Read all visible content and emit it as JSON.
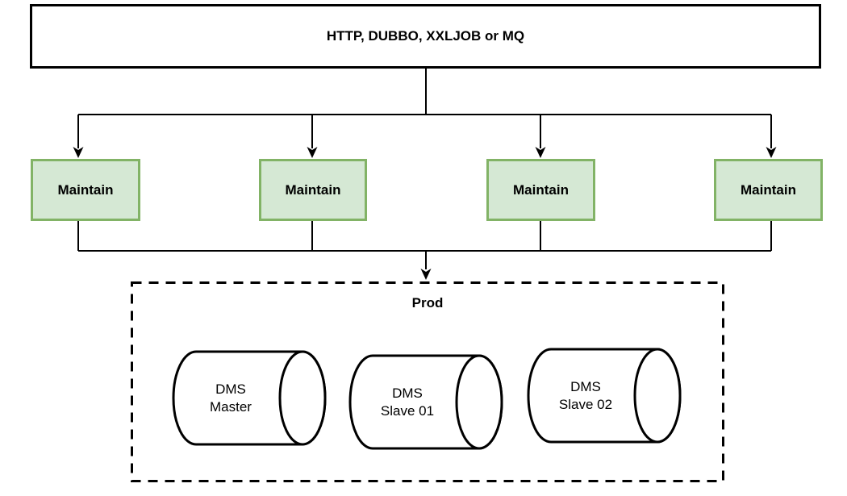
{
  "diagram": {
    "source": {
      "label": "HTTP, DUBBO, XXLJOB or MQ"
    },
    "maintain_nodes": [
      {
        "label": "Maintain"
      },
      {
        "label": "Maintain"
      },
      {
        "label": "Maintain"
      },
      {
        "label": "Maintain"
      }
    ],
    "prod_group": {
      "label": "Prod",
      "databases": [
        {
          "lines": [
            "DMS",
            "Master"
          ]
        },
        {
          "lines": [
            "DMS",
            "Slave 01"
          ]
        },
        {
          "lines": [
            "DMS",
            "Slave 02"
          ]
        }
      ]
    }
  },
  "colors": {
    "background": "#ffffff",
    "line": "#000000",
    "maintain_fill": "#d5e8d4",
    "maintain_stroke": "#82b366",
    "text": "#000000"
  }
}
